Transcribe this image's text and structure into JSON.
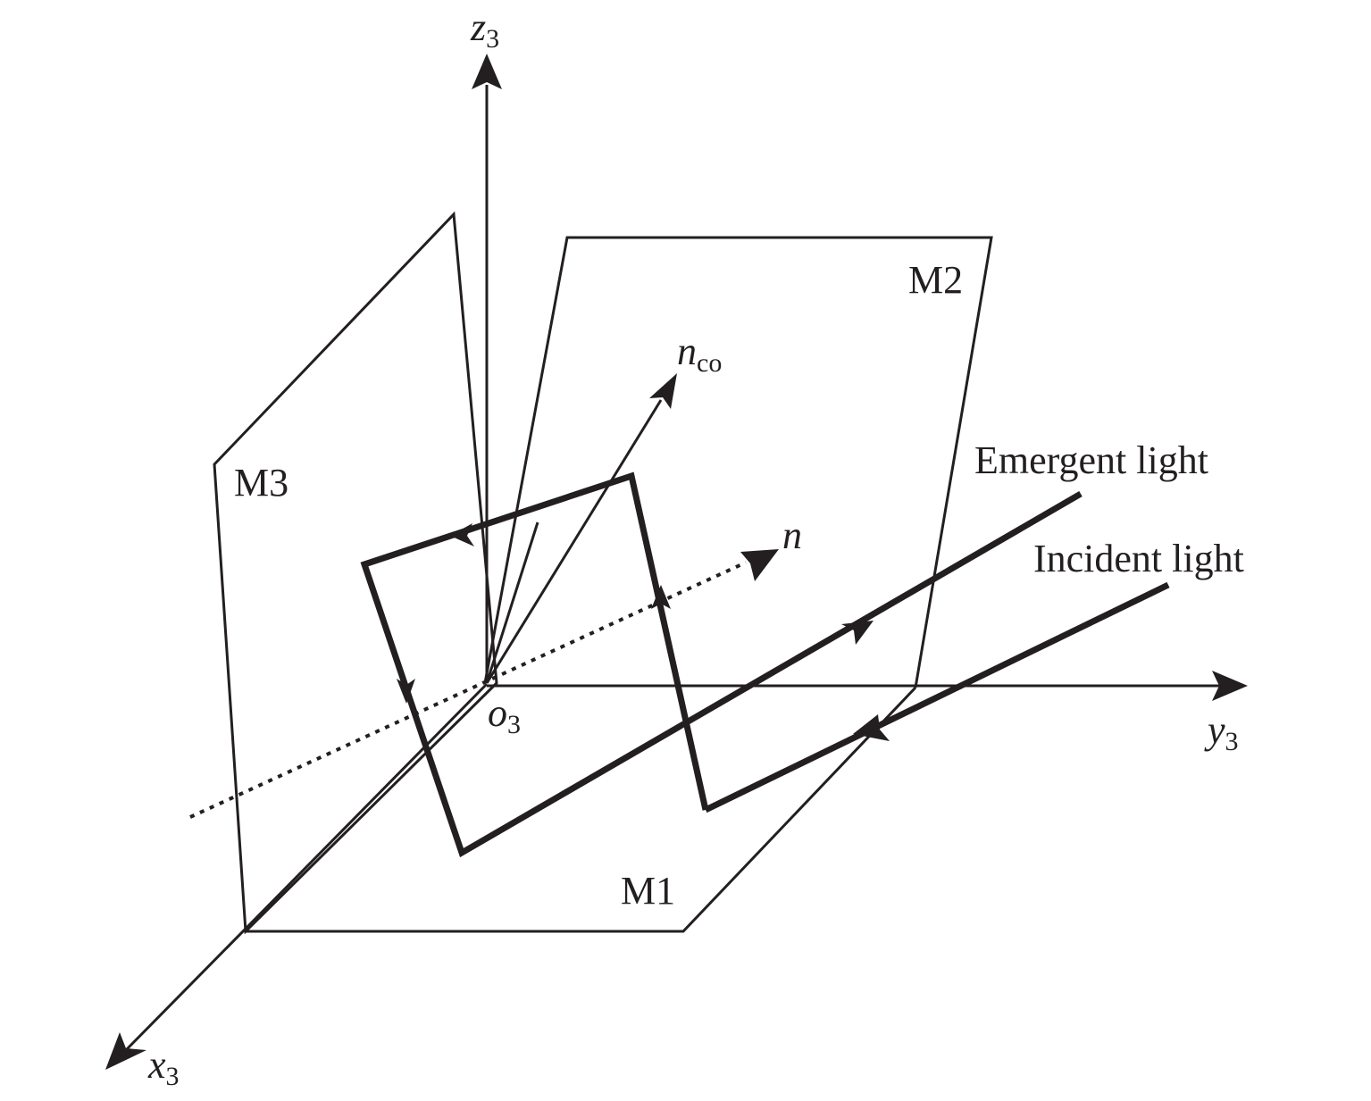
{
  "labels": {
    "z_axis": "z",
    "z_sub": "3",
    "y_axis": "y",
    "y_sub": "3",
    "x_axis": "x",
    "x_sub": "3",
    "origin": "o",
    "origin_sub": "3",
    "n_co": "n",
    "n_co_sub": "co",
    "n": "n",
    "m1": "M1",
    "m2": "M2",
    "m3": "M3",
    "emergent": "Emergent light",
    "incident": "Incident light"
  },
  "colors": {
    "ink": "#231f20",
    "background": "#ffffff"
  }
}
